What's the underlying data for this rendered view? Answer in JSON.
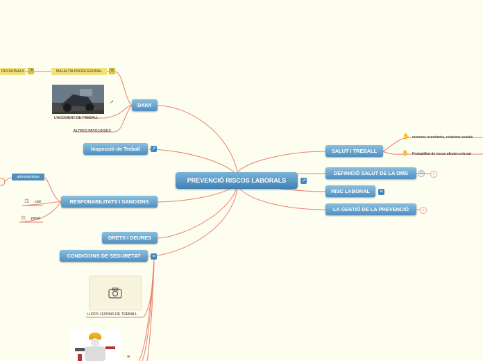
{
  "central": {
    "label": "PREVENCIÓ RISCOS LABORALS"
  },
  "right_nodes": [
    {
      "label": "SALUT I TREBALL"
    },
    {
      "label": "DEFINICIÓ SALUT DE LA OMS",
      "badge": "10"
    },
    {
      "label": "RISC LABORAL"
    },
    {
      "label": "LA GESTIÓ DE LA PREVENCIÓ"
    }
  ],
  "left_nodes": [
    {
      "label": "DANY"
    },
    {
      "label": "Inspecció de Treball"
    },
    {
      "label": "RESPONABILITATS I SANCIONS"
    },
    {
      "label": "DRETS I DEURES"
    },
    {
      "label": "CONDICIONS DE SEGURETAT"
    }
  ],
  "salut_children": [
    {
      "label": "recursos econòmics, relacions socials"
    },
    {
      "label": "Probabilitat de riscos afecten a la sal"
    }
  ],
  "dany_children": {
    "malaltia_a": "PESSIONALS",
    "malaltia_b": "MALALTIA PROFESSIONAL",
    "accident": "L'ACCIDENT DE TREBALL",
    "altres": "ALTRES PATOLOGIES"
  },
  "resp_children": {
    "admin": "administrativa",
    "civil": "civil",
    "penal": "penal"
  },
  "cond_children": {
    "llocs": "LLOCS I ESPAIS DE TREBALL"
  },
  "colors": {
    "link": "#e8806a",
    "node": "#4f8fc0",
    "note": "#f3e27a"
  }
}
